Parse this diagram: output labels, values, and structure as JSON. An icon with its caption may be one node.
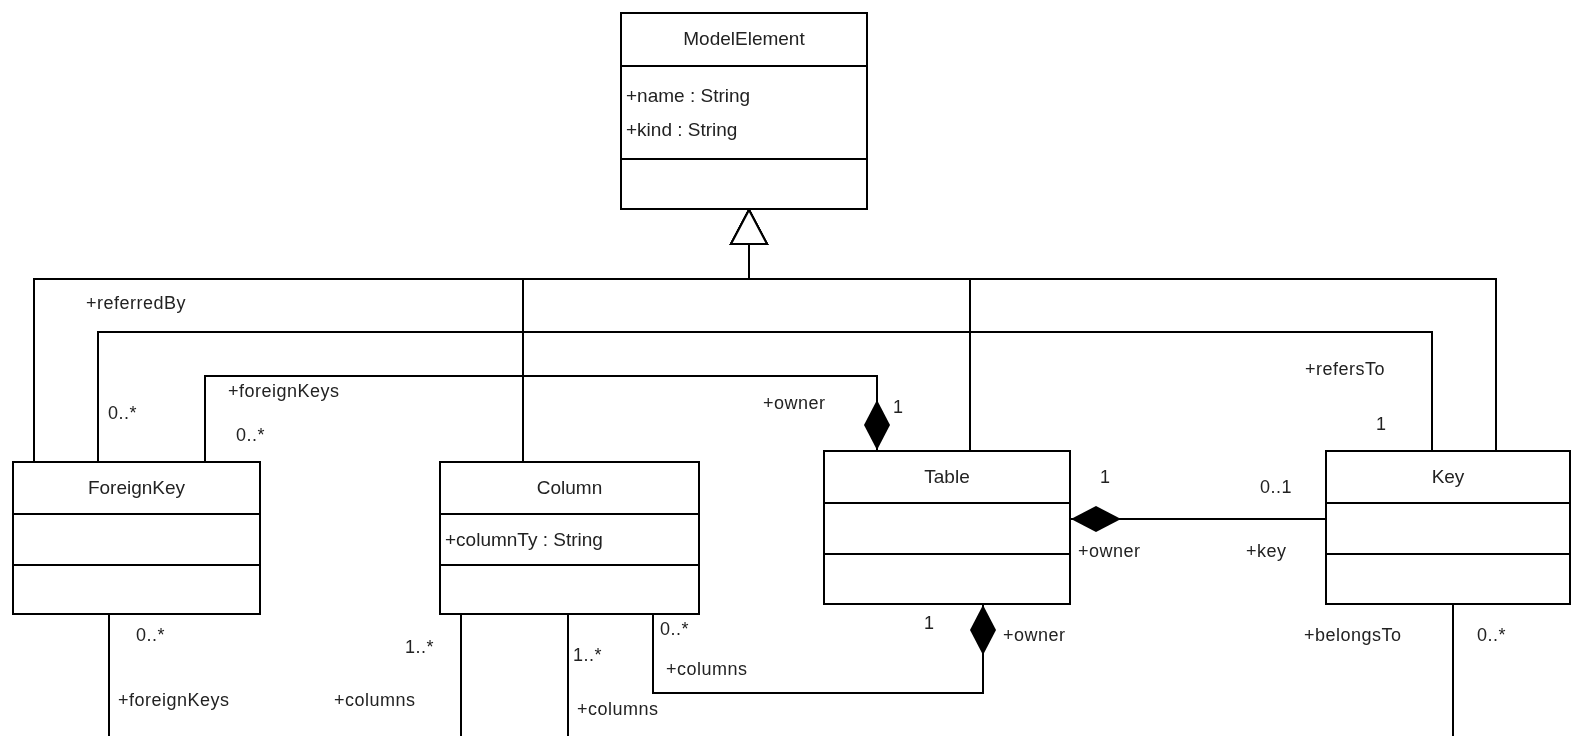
{
  "diagram": {
    "nodes": [
      {
        "text": [
          "ModelElement",
          "+name : String",
          "+kind : String"
        ]
      },
      {
        "text": [
          "ForeignKey"
        ]
      },
      {
        "text": [
          "Column",
          "+columnTy : String"
        ]
      },
      {
        "text": [
          "Table"
        ]
      },
      {
        "text": [
          "Key"
        ]
      }
    ],
    "edges": [
      {
        "from": 1,
        "to": 0,
        "arrow": "to"
      },
      {
        "from": 2,
        "to": 0,
        "arrow": "to"
      },
      {
        "from": 3,
        "to": 0,
        "arrow": "to"
      },
      {
        "from": 4,
        "to": 0,
        "arrow": "to"
      },
      {
        "from": 1,
        "to": 4,
        "arrow": "none"
      },
      {
        "from": 1,
        "to": 3,
        "arrow": "other"
      },
      {
        "from": 4,
        "to": 3,
        "arrow": "other"
      },
      {
        "from": 2,
        "to": 3,
        "arrow": "other"
      },
      {
        "from": 1,
        "to": null,
        "arrow": "none"
      },
      {
        "from": 2,
        "to": null,
        "arrow": "none"
      },
      {
        "from": 2,
        "to": null,
        "arrow": "none"
      },
      {
        "from": 4,
        "to": null,
        "arrow": "none"
      }
    ],
    "labels": [
      "+referredBy",
      "+refersTo",
      "0..*",
      "+foreignKeys",
      "+owner",
      "1",
      "0..*",
      "1",
      "1",
      "0..1",
      "+owner",
      "+key",
      "0..*",
      "0..*",
      "1",
      "+owner",
      "+belongsTo",
      "0..*",
      "1..*",
      "1..*",
      "+columns",
      "+foreignKeys",
      "+columns",
      "+columns"
    ]
  }
}
